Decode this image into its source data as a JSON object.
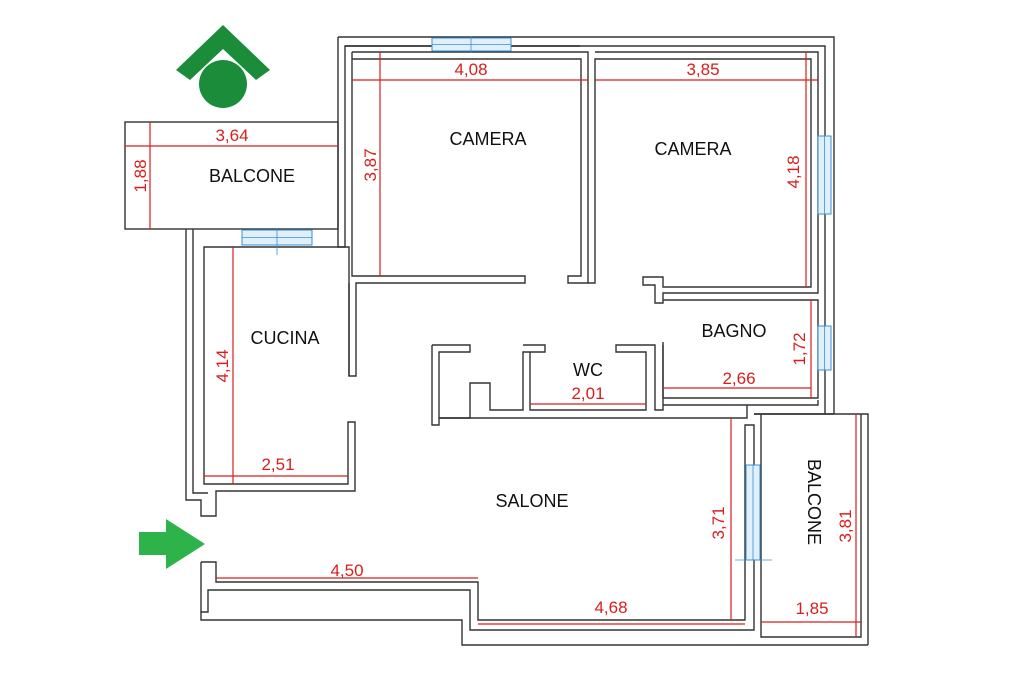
{
  "colors": {
    "walls": "#333333",
    "dimensions": "#d81e1e",
    "windows": "#3b8fd0",
    "logo": "#1a8c3a",
    "entrance_arrow": "#2db34a"
  },
  "icons": {
    "logo": "green-house-logo",
    "entrance": "entrance-arrow"
  },
  "rooms": {
    "camera_1": "CAMERA",
    "camera_2": "CAMERA",
    "balcone_1": "BALCONE",
    "balcone_2": "BALCONE",
    "cucina": "CUCINA",
    "bagno": "BAGNO",
    "wc": "WC",
    "salone": "SALONE"
  },
  "dimensions": {
    "camera_1_width": "4,08",
    "camera_1_depth": "3,87",
    "camera_2_width": "3,85",
    "camera_2_depth": "4,18",
    "balcone_1_width": "3,64",
    "balcone_1_depth": "1,88",
    "cucina_depth": "4,14",
    "cucina_width": "2,51",
    "bagno_depth": "1,72",
    "bagno_width": "2,66",
    "wc_width": "2,01",
    "salone_depth": "3,71",
    "salone_width_upper": "4,50",
    "salone_width_lower": "4,68",
    "balcone_2_depth": "3,81",
    "balcone_2_width": "1,85"
  }
}
